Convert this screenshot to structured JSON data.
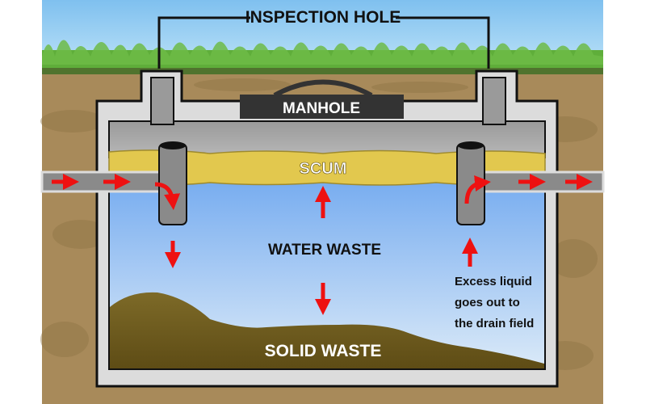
{
  "title": "Septic tank diagram",
  "labels": {
    "inspection_hole": "INSPECTION HOLE",
    "manhole": "MANHOLE",
    "scum": "SCUM",
    "water_waste": "WATER WASTE",
    "solid_waste": "SOLID WASTE",
    "excess_liquid": [
      "Excess liquid",
      "goes out to",
      "the drain field"
    ]
  },
  "colors": {
    "sky": "#8ec9f0",
    "grass": "#5fae3a",
    "soil": "#a88a5a",
    "concrete": "#dcdcdc",
    "pipe": "#8a8a8a",
    "tank_air": "#a9a9a9",
    "scum": "#e2c84e",
    "water_top": "#7fb4f2",
    "water_bottom": "#d3e6f8",
    "sludge": "#6e5a1e",
    "arrow": "#ee1111",
    "outline": "#111111",
    "manhole": "#333333"
  }
}
